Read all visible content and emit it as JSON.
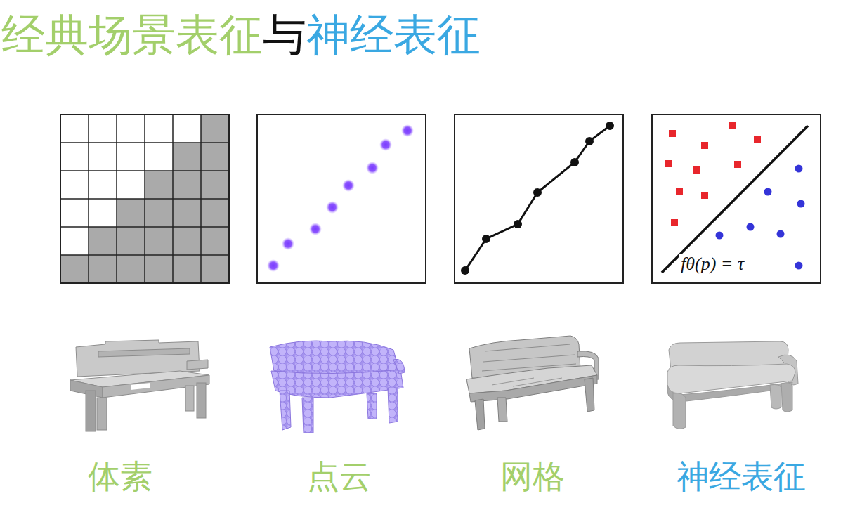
{
  "diagram": {
    "title": "经典场景表征与神经表征",
    "labels": [
      "fθ(p) = τ",
      "体素",
      "点云",
      "网格",
      "神经表征"
    ]
  }
}
